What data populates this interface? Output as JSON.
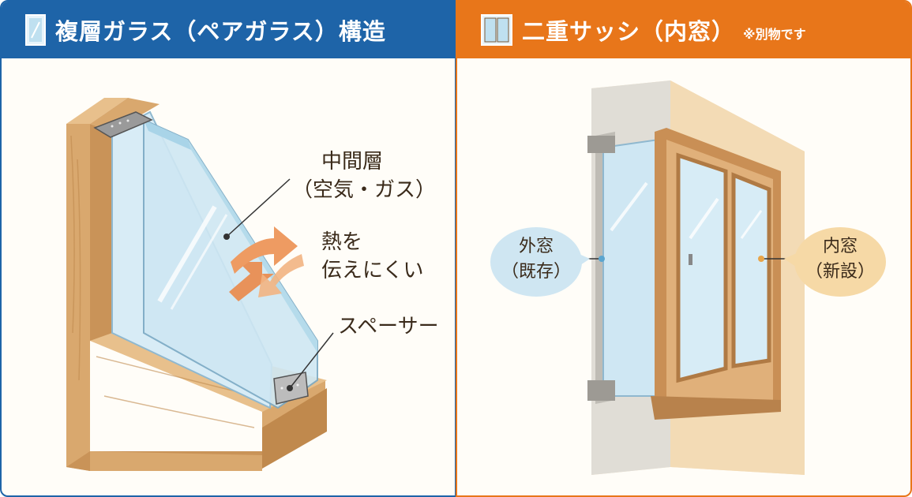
{
  "left_panel": {
    "title": "複層ガラス（ペアガラス）構造",
    "label_middle_layer": "中間層",
    "label_middle_layer_detail": "（空気・ガス）",
    "label_heat_line1": "熱を",
    "label_heat_line2": "伝えにくい",
    "label_spacer": "スペーサー"
  },
  "right_panel": {
    "title": "二重サッシ（内窓）",
    "note": "※別物です",
    "outer_window_line1": "外窓",
    "outer_window_line2": "（既存）",
    "inner_window_line1": "内窓",
    "inner_window_line2": "（新設）"
  },
  "colors": {
    "left_accent": "#1e64a8",
    "right_accent": "#e8761a",
    "wood": "#d9a86e",
    "glass": "#cfe7f3",
    "arrow": "#e8925a",
    "bubble_blue": "#cfe6f2",
    "bubble_orange": "#f6d9a6"
  },
  "icons": [
    "glass-pane-icon",
    "double-sash-icon"
  ]
}
